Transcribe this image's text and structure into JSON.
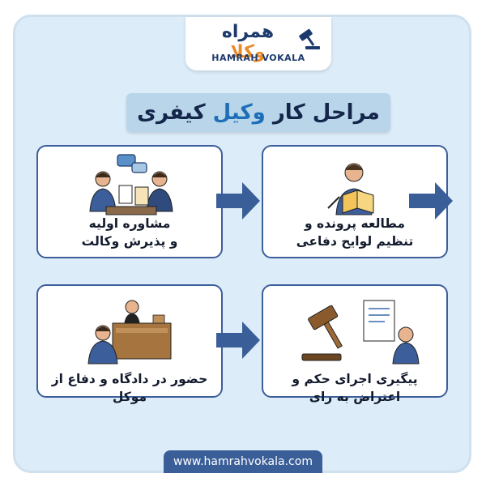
{
  "brand": {
    "title_main": "همراه",
    "title_accent": "وکلا",
    "subtitle": "HAMRAH VOKALA"
  },
  "heading": {
    "part1": "مراحل کار",
    "accent": "وکیل",
    "part2": "کیفری"
  },
  "steps": [
    {
      "line1": "مشاوره اولیه",
      "line2": "و پذیرش وکالت",
      "icon": "consultation-icon"
    },
    {
      "line1": "مطالعه پرونده و",
      "line2": "تنظیم لوایح دفاعی",
      "icon": "reading-case-icon"
    },
    {
      "line1": "حضور در دادگاه و دفاع از موکل",
      "icon": "courtroom-icon"
    },
    {
      "line1": "پیگیری اجرای حکم و اعتراض به رای",
      "icon": "gavel-document-icon"
    }
  ],
  "footer": {
    "url": "www.hamrahvokala.com"
  },
  "colors": {
    "navy": "#3a5e98",
    "accent_orange": "#e98b2a",
    "accent_blue": "#1e6fb8",
    "background": "#dcecf8"
  }
}
